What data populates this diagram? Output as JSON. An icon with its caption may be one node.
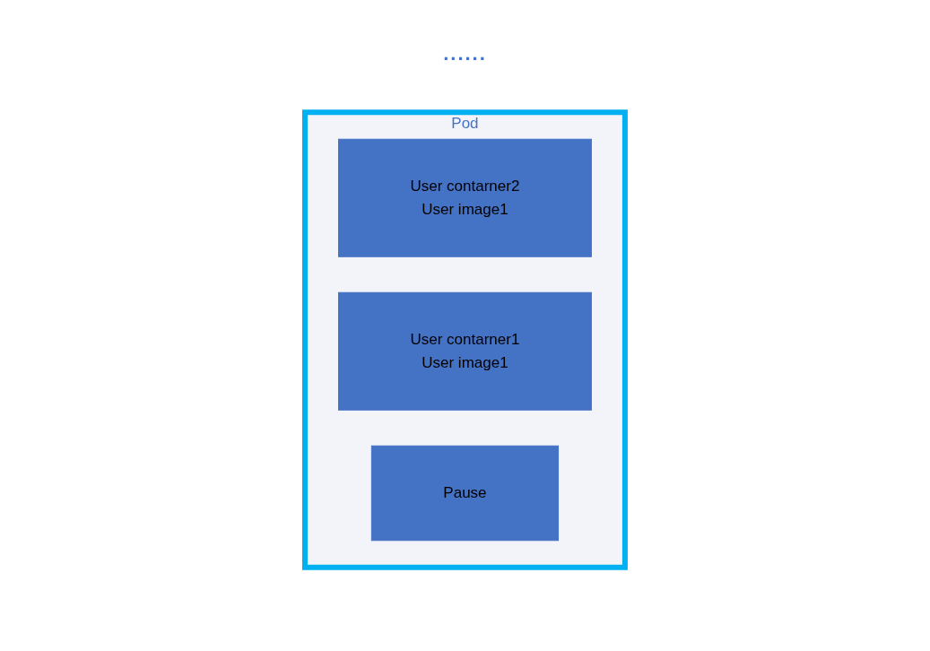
{
  "diagram": {
    "nodes": [
      {
        "text": [
          "Pod"
        ]
      },
      {
        "text": [
          "User contarner2",
          "User image1"
        ],
        "in": 0
      },
      {
        "text": [
          "User contarner1",
          "User image1"
        ],
        "in": 0
      },
      {
        "text": [
          "Pause"
        ],
        "in": 0
      }
    ],
    "labels": [
      "......"
    ]
  }
}
